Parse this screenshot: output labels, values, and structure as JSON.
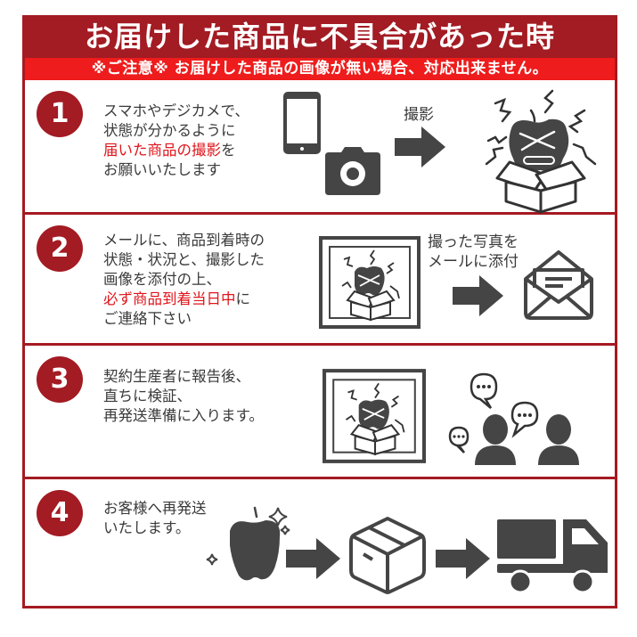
{
  "header": {
    "title": "お届けした商品に不具合があった時",
    "notice": "※ご注意※ お届けした商品の画像が無い場合、対応出来ません。"
  },
  "colors": {
    "brand_dark_red": "#a31b23",
    "notice_red": "#ee1c1c",
    "highlight_red": "#e0151b",
    "icon_gray": "#454545"
  },
  "steps": [
    {
      "number": "1",
      "lines": [
        "スマホやデジカメで、",
        "状態が分かるように"
      ],
      "highlight": "届いた商品の撮影",
      "highlight_suffix": "を",
      "last_line": "お願いいたします",
      "arrow_label": "撮影",
      "icons": [
        "tablet-icon",
        "camera-icon",
        "arrow-right-icon",
        "damaged-apple-in-box-icon"
      ]
    },
    {
      "number": "2",
      "lines": [
        "メールに、商品到着時の",
        "状態・状況と、撮影した",
        "画像を添付の上、"
      ],
      "highlight": "必ず商品到着当日中",
      "highlight_suffix": "に",
      "last_line": "ご連絡下さい",
      "arrow_label_lines": [
        "撮った写真を",
        "メールに添付"
      ],
      "icons": [
        "framed-photo-icon",
        "arrow-right-icon",
        "open-envelope-icon"
      ]
    },
    {
      "number": "3",
      "lines": [
        "契約生産者に報告後、",
        "直ちに検証、",
        "再発送準備に入ります。"
      ],
      "icons": [
        "framed-photo-icon",
        "people-discussion-icon"
      ]
    },
    {
      "number": "4",
      "lines": [
        "お客様へ再発送",
        "いたします。"
      ],
      "icons": [
        "shiny-apple-icon",
        "arrow-right-icon",
        "box-icon",
        "arrow-right-icon",
        "truck-icon"
      ]
    }
  ]
}
